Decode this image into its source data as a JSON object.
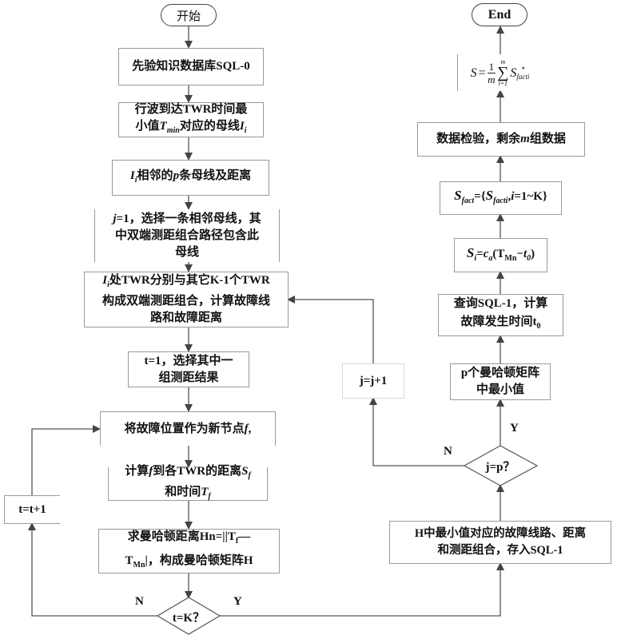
{
  "title": "故障定位流程图",
  "left_column": {
    "start": "开始",
    "step1": "先验知识数据库SQL-0",
    "step2": {
      "line1": "行波到达TWR时间最",
      "line2_pre": "小值",
      "tmin": "T",
      "tmin_sub": "min",
      "line2_post": "对应的母线",
      "bus": "I",
      "bus_sub": "i"
    },
    "step3": {
      "bus": "I",
      "bus_sub": "i",
      "text_a": "相邻的",
      "p": "p",
      "text_b": "条母线及距离"
    },
    "step4": {
      "j": "j",
      "eq": "=1",
      "line1": "，选择一条相邻母线，其",
      "line2": "中双端测距组合路径包含此",
      "line3": "母线"
    },
    "step5": {
      "bus": "I",
      "bus_sub": "i",
      "line1_a": "处",
      "twr1": "TWR",
      "line1_b": "分别与其它",
      "k": "K-1",
      "line1_c": "个",
      "twr2": "TWR",
      "line2": "构成双端测距组合，计算故障线",
      "line3": "路和故障距离"
    },
    "step6": {
      "t": "t=1",
      "line1": "，选择其中一",
      "line2": "组测距结果"
    },
    "step7": {
      "text": "将故障位置作为新节点",
      "f": "f",
      "tail": ","
    },
    "step8": {
      "line1_a": "计算",
      "f": "f",
      "line1_b": "到各",
      "twr": "TWR",
      "line1_c": "的距离",
      "s": "S",
      "s_sub": "f",
      "line2_a": "和时间",
      "t": "T",
      "t_sub": "f"
    },
    "step9": {
      "line1_a": "求曼哈顿距离",
      "hn": "Hn=||T",
      "tf_sub": "f",
      "dash": "—",
      "tmn": "T",
      "tmn_sub": "Mn",
      "line2_b": "|，构成曼哈顿矩阵",
      "h": "H"
    },
    "increment_t": "t=t+1",
    "decision_t": "t=K？",
    "decision_t_no": "N",
    "decision_t_yes": "Y"
  },
  "right_column": {
    "end": "End",
    "formula": {
      "s": "S",
      "eq": " = ",
      "num": "1",
      "den": "m",
      "sum_top": "m",
      "sum_bottom": "i=1",
      "term": "S",
      "term_sup": "*",
      "term_sub": "facti"
    },
    "check": {
      "line_a": "数据检验，剩余",
      "m": "m",
      "line_b": "组数据"
    },
    "sfact": {
      "s": "S",
      "sub": "fact",
      "eq": "={",
      "s2": "S",
      "sub2": "facti",
      "sep": ",",
      "i": "i",
      "range": "=1~K}"
    },
    "si": {
      "s": "S",
      "sub": "i",
      "eq": "=",
      "c": "c",
      "c_sub": "a",
      "open": "(T",
      "tmn_sub": "Mn",
      "minus": "−",
      "t0": "t",
      "t0_sub": "0",
      "close": ")"
    },
    "query": {
      "line1": "查询SQL-1，计算",
      "line2": "故障发生时间",
      "t0": "t",
      "t0_sub": "0"
    },
    "pmin": {
      "line1": "p个曼哈顿矩阵",
      "line2": "中最小值"
    },
    "decision_j": "j=p？",
    "decision_j_no": "N",
    "decision_j_yes": "Y",
    "increment_j": "j=j+1",
    "hmin": {
      "line1": "H中最小值对应的故障线路、距离",
      "line2": "和测距组合，存入SQL-1"
    }
  },
  "colors": {
    "line": "#555555",
    "border": "#9a9a9a"
  }
}
